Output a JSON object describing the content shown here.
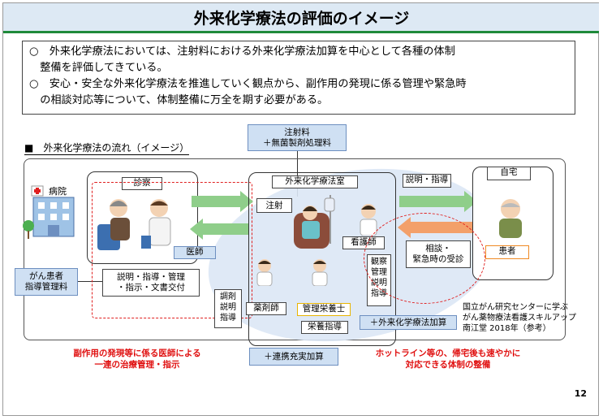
{
  "title": "外来化学療法の評価のイメージ",
  "summary": [
    {
      "mark": "○",
      "line1": "外来化学療法においては、注射料における外来化学療法加算を中心として各種の体制",
      "line2": "整備を評価してきている。"
    },
    {
      "mark": "○",
      "line1": "安心・安全な外来化学療法を推進していく観点から、副作用の発現に係る管理や緊急時",
      "line2": "の相談対応等について、体制整備に万全を期す必要がある。"
    }
  ],
  "flow_heading": "■　外来化学療法の流れ（イメージ）",
  "labels": {
    "injection_fee_1": "注射料",
    "injection_fee_2": "＋無菌製剤処理料",
    "hospital": "病院",
    "consultation": "診察",
    "outpatient_room": "外来化学療法室",
    "explain_guide": "説明・指導",
    "home": "自宅",
    "injection": "注射",
    "doctor": "医師",
    "nurse": "看護師",
    "patient": "患者",
    "consult_1": "相談・",
    "consult_2": "緊急時の受診",
    "cancer_fee_1": "がん患者",
    "cancer_fee_2": "指導管理料",
    "doc_tasks_1": "説明・指導・管理",
    "doc_tasks_2": "・指示・文書交付",
    "observe": [
      "観察",
      "管理",
      "説明",
      "指導"
    ],
    "dispense": [
      "調剤",
      "説明",
      "指導"
    ],
    "pharmacist": "薬剤師",
    "dietitian": "管理栄養士",
    "nutrition": "栄養指導",
    "chemo_addition": "＋外来化学療法加算",
    "collab_addition": "＋連携充実加算",
    "source_1": "国立がん研究センターに学ぶ",
    "source_2": "がん薬物療法看護スキルアップ",
    "source_3": "南江堂 2018年（参考）",
    "red_note_left_1": "副作用の発現等に係る医師による",
    "red_note_left_2": "一連の治療管理・指示",
    "red_note_right_1": "ホットライン等の、帰宅後も速やかに",
    "red_note_right_2": "対応できる体制の整備"
  },
  "page_number": "12",
  "colors": {
    "title_band": "#dde9f4",
    "accent_green": "#1f8a3a",
    "label_blue": "#cfe0f3",
    "alert_red": "#e01010",
    "orange": "#f08a24"
  }
}
